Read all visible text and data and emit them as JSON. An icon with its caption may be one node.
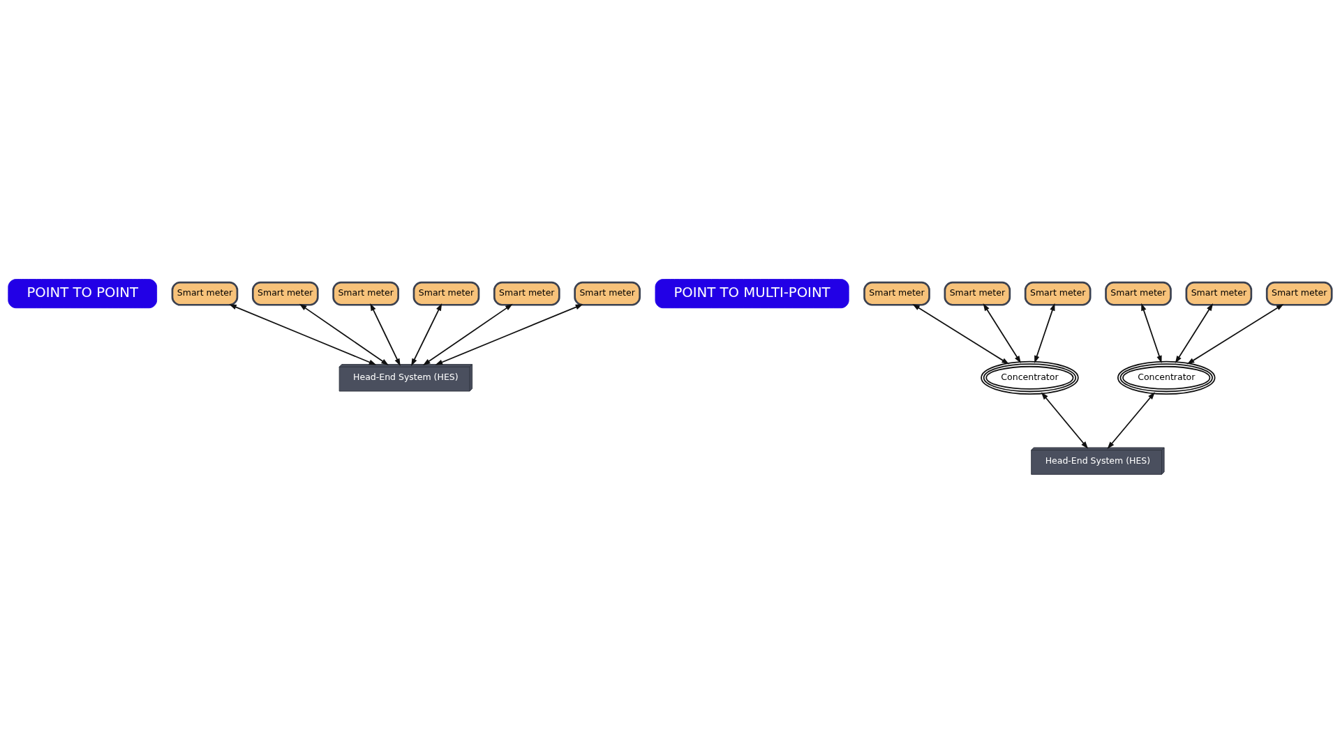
{
  "diagram": {
    "nodes": [
      {
        "text": [
          "POINT TO POINT"
        ]
      },
      {
        "text": [
          "Smart meter"
        ]
      },
      {
        "text": [
          "Smart meter"
        ]
      },
      {
        "text": [
          "Smart meter"
        ]
      },
      {
        "text": [
          "Smart meter"
        ]
      },
      {
        "text": [
          "Smart meter"
        ]
      },
      {
        "text": [
          "Smart meter"
        ]
      },
      {
        "text": [
          "Head-End System (HES)"
        ]
      },
      {
        "text": [
          "POINT TO MULTI-POINT"
        ]
      },
      {
        "text": [
          "Smart meter"
        ]
      },
      {
        "text": [
          "Smart meter"
        ]
      },
      {
        "text": [
          "Smart meter"
        ]
      },
      {
        "text": [
          "Smart meter"
        ]
      },
      {
        "text": [
          "Smart meter"
        ]
      },
      {
        "text": [
          "Smart meter"
        ]
      },
      {
        "text": [
          "Concentrator"
        ]
      },
      {
        "text": [
          "Concentrator"
        ]
      },
      {
        "text": [
          "Head-End System (HES)"
        ]
      }
    ],
    "edges": [
      {
        "from": 1,
        "to": 7,
        "arrow": "both"
      },
      {
        "from": 2,
        "to": 7,
        "arrow": "both"
      },
      {
        "from": 3,
        "to": 7,
        "arrow": "both"
      },
      {
        "from": 4,
        "to": 7,
        "arrow": "both"
      },
      {
        "from": 5,
        "to": 7,
        "arrow": "both"
      },
      {
        "from": 6,
        "to": 7,
        "arrow": "both"
      },
      {
        "from": 9,
        "to": 15,
        "arrow": "both"
      },
      {
        "from": 10,
        "to": 15,
        "arrow": "both"
      },
      {
        "from": 11,
        "to": 15,
        "arrow": "both"
      },
      {
        "from": 12,
        "to": 16,
        "arrow": "both"
      },
      {
        "from": 13,
        "to": 16,
        "arrow": "both"
      },
      {
        "from": 14,
        "to": 16,
        "arrow": "both"
      },
      {
        "from": 15,
        "to": 17,
        "arrow": "both"
      },
      {
        "from": 16,
        "to": 17,
        "arrow": "both"
      }
    ]
  }
}
